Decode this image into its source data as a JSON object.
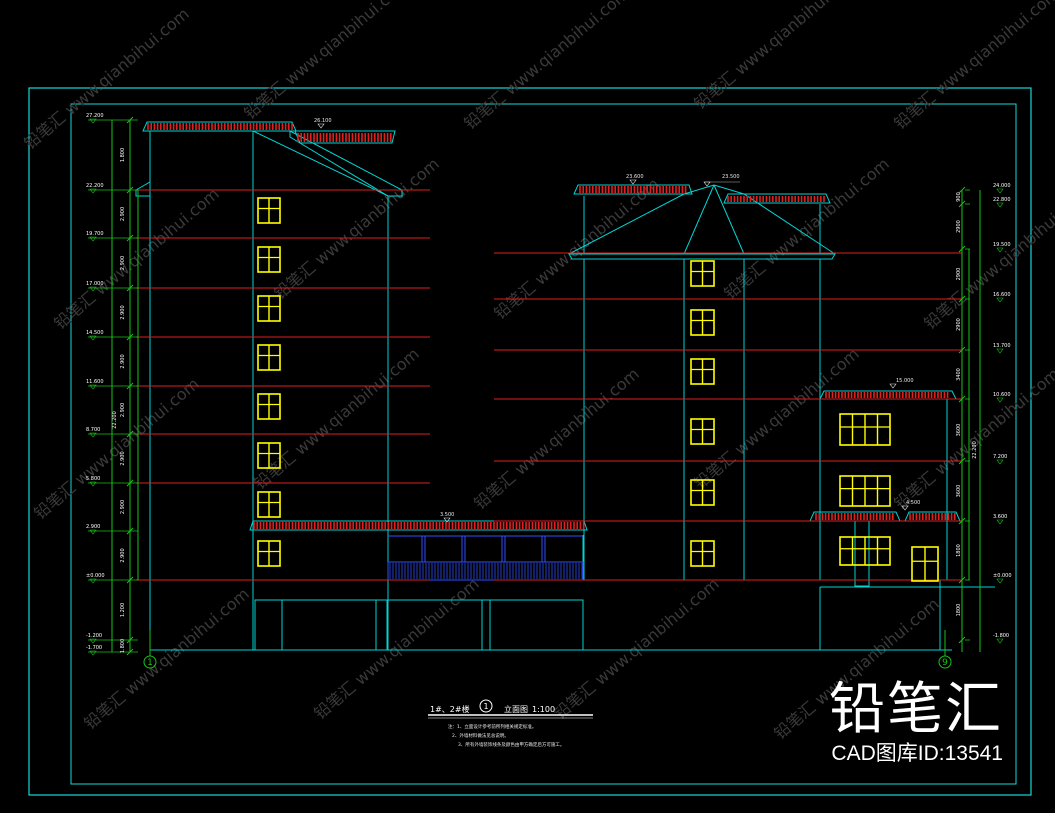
{
  "title": {
    "prefix": "1#、2#楼",
    "axis_mark": "1",
    "name": "立面图",
    "scale": "1:100"
  },
  "notes": [
    "注：1、立面设计参考前所列相关规定标准。",
    "2、外墙材料做法见总说明。",
    "3、所有外墙装饰线条及颜色由甲方确定后方可施工。"
  ],
  "axes": {
    "left": "1",
    "right": "9"
  },
  "left_levels": [
    "27.200",
    "22.200",
    "19.700",
    "17.000",
    "14.500",
    "11.600",
    "8.700",
    "5.800",
    "2.900",
    "±0.000",
    "-1.200",
    "-1.700"
  ],
  "left_spacings": [
    "1.800",
    "2.900",
    "2.900",
    "2.900",
    "2.900",
    "2.900",
    "2.900",
    "2.900",
    "2.900",
    "1.200",
    "1.800"
  ],
  "left_total": "22.200",
  "right_levels": [
    "24.000",
    "22.800",
    "19.500",
    "16.600",
    "13.700",
    "10.600",
    "7.200",
    "3.600",
    "±0.000",
    "-1.800"
  ],
  "right_spacings": [
    "900",
    "2900",
    "2900",
    "2900",
    "3400",
    "3600",
    "3600",
    "1800",
    "1800"
  ],
  "right_total": "22.200",
  "roof_levels": {
    "main_top": "26.100",
    "podium": "3.500",
    "mid_top": "23.600",
    "mid_peak": "23.500",
    "annex": "15.000",
    "canopy": "4.500"
  },
  "watermark": {
    "text": "铅笔汇 www.qianbihui.com"
  },
  "brand": {
    "name": "铅笔汇",
    "id": "CAD图库ID:13541"
  },
  "colors": {
    "frame": "#18d7d7",
    "wall": "#00d4d4",
    "level_line": "#e01e1e",
    "window": "#ffff00",
    "roof_tile": "#e32020",
    "railing": "#2f4fff",
    "dimension": "#19c219",
    "background": "#000000"
  }
}
